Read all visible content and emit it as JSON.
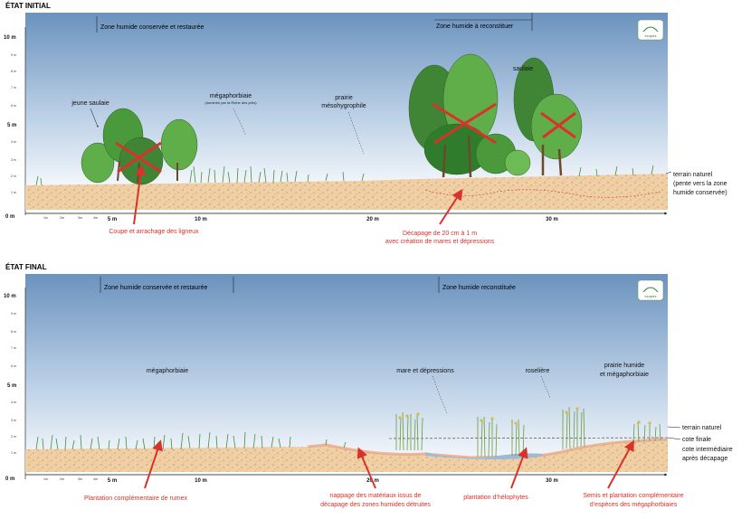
{
  "initial": {
    "title": "ÉTAT INITIAL",
    "zone_left": "Zone humide conservée et restaurée",
    "zone_right": "Zone humide à reconstituer",
    "labels": {
      "jeune_saulaie": "jeune saulaie",
      "megaphorbiaie": "mégaphorbiaie",
      "megaphorbiaie_sub": "(dominée par la Reine des prés)",
      "prairie_1": "prairie",
      "prairie_2": "mésohygrophile",
      "saulaie": "saulaie"
    },
    "side_note": [
      "terrain naturel",
      "(pente vers la zone",
      "humide conservée)"
    ],
    "actions": {
      "coupe": "Coupe et arrachage des ligneux",
      "decapage_1": "Décapage de 20 cm à 1 m",
      "decapage_2": "avec création de mares et dépressions"
    }
  },
  "final": {
    "title": "ÉTAT FINAL",
    "zone_left": "Zone humide conservée et restaurée",
    "zone_right": "Zone humide reconstituée",
    "labels": {
      "megaphorbiaie": "mégaphorbiaie",
      "mare": "mare et dépressions",
      "roseliere": "roselière",
      "prairie_1": "prairie humide",
      "prairie_2": "et mégaphorbiaie"
    },
    "side_notes": [
      "terrain naturel",
      "cote finale",
      "cote intermédiaire",
      "après décapage"
    ],
    "actions": {
      "rumex": "Plantation complémentaire de rumex",
      "nappage_1": "nappage des matériaux issus de",
      "nappage_2": "décapage des zones humides détruites",
      "helophytes": "plantation d’hélophytes",
      "semis_1": "Semis et plantation complémentaire",
      "semis_2": "d’espèces des mégaphorbiaies"
    }
  },
  "axis": {
    "y_major": [
      "10 m",
      "5 m",
      "0 m"
    ],
    "y_minor": [
      "9 m",
      "8 m",
      "7 m",
      "6 m",
      "4 m",
      "3 m",
      "2 m",
      "1 m"
    ],
    "x_major": [
      "5 m",
      "10 m",
      "20 m",
      "30 m"
    ],
    "x_minor": [
      "1m",
      "2m",
      "3m",
      "4m"
    ]
  },
  "logo": "ecopes",
  "colors": {
    "sky_top": "#6b93be",
    "sky_bottom": "#ffffff",
    "soil": "#f0cfa4",
    "arrow": "#d8322a",
    "tree_dark": "#2f7d2c",
    "tree_light": "#5fae4a",
    "water": "#9fb9d6"
  }
}
